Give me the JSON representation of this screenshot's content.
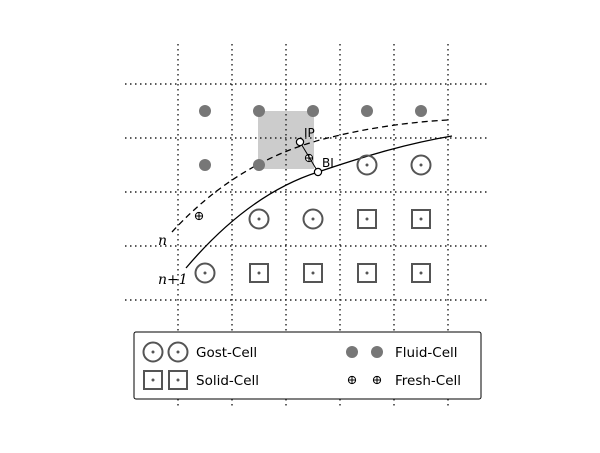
{
  "diagram": {
    "labels": {
      "ip": "IP",
      "bi": "BI",
      "interface_n": "n",
      "interface_n_plus_1": "n+1"
    },
    "legend": {
      "ghost": "Gost-Cell",
      "fluid": "Fluid-Cell",
      "solid": "Solid-Cell",
      "fresh": "Fresh-Cell"
    },
    "colors": {
      "grid": "#222222",
      "fluid_dot": "#777777",
      "cell_marker": "#555555",
      "highlight": "#cccccc",
      "curve": "#000000"
    },
    "cells": {
      "fluid": [
        [
          0,
          0
        ],
        [
          1,
          0
        ],
        [
          2,
          0
        ],
        [
          3,
          0
        ],
        [
          4,
          0
        ],
        [
          0,
          1
        ],
        [
          1,
          1
        ]
      ],
      "ghost": [
        [
          3,
          1
        ],
        [
          4,
          1
        ],
        [
          1,
          2
        ],
        [
          2,
          2
        ],
        [
          0,
          3
        ]
      ],
      "solid": [
        [
          3,
          2
        ],
        [
          4,
          2
        ],
        [
          1,
          3
        ],
        [
          2,
          3
        ],
        [
          3,
          3
        ],
        [
          4,
          3
        ]
      ],
      "fresh": [
        [
          0,
          2
        ],
        [
          2,
          1
        ]
      ],
      "highlighted": [
        [
          1,
          0
        ]
      ]
    }
  }
}
